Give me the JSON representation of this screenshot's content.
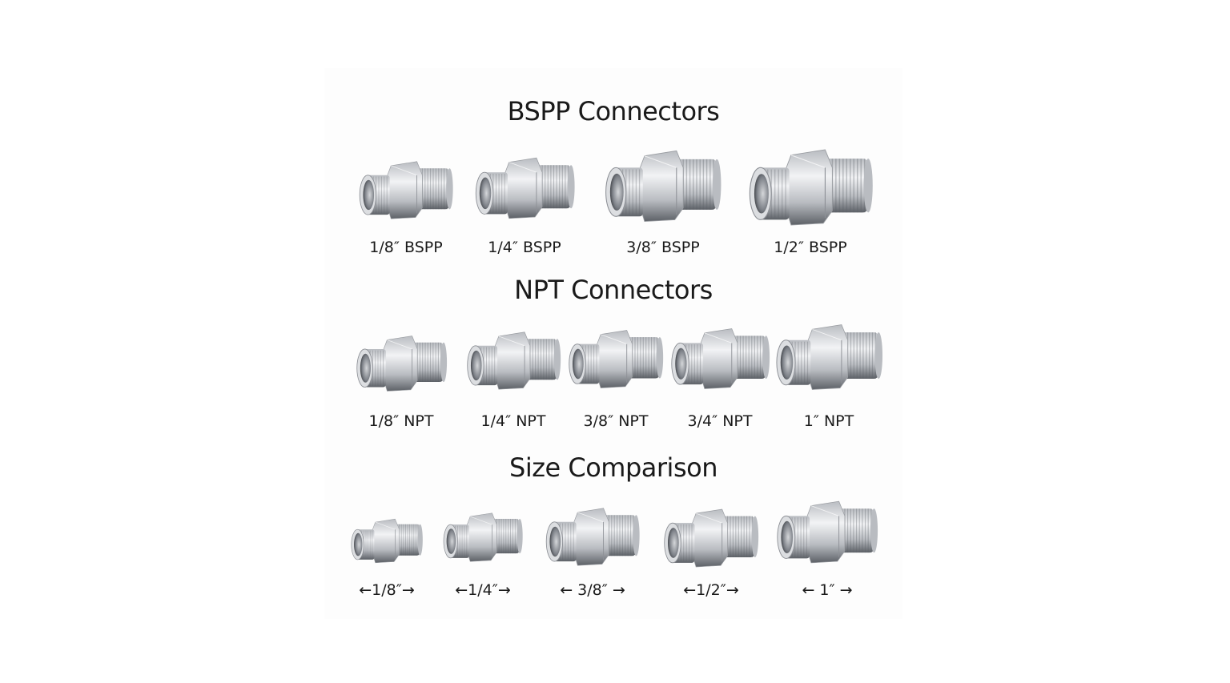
{
  "sections": [
    {
      "title": "BSPP Connectors",
      "items": [
        "1/8″ BSPP",
        "1/4″ BSPP",
        "3/8″ BSPP",
        "1/2″ BSPP"
      ]
    },
    {
      "title": "NPT Connectors",
      "items": [
        "1/8″ NPT",
        "1/4″ NPT",
        "3/8″ NPT",
        "3/4″ NPT",
        "1″ NPT"
      ]
    },
    {
      "title": "Size Comparison",
      "items": [
        "←1/8″→",
        "←1/4″→",
        "← 3/8″ →",
        "←1/2″→",
        "← 1″ →"
      ]
    }
  ],
  "colors": {
    "metal_light": "#f2f3f5",
    "metal_mid": "#b9bcc1",
    "metal_dark": "#5d6167"
  }
}
